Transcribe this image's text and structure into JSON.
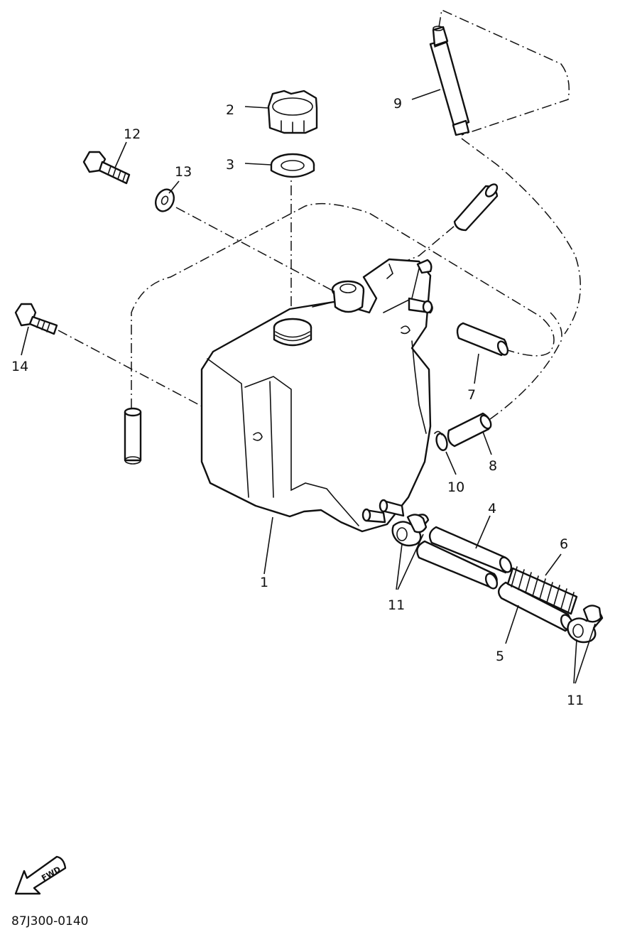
{
  "callouts": {
    "c1": "1",
    "c2": "2",
    "c3": "3",
    "c4": "4",
    "c5": "5",
    "c6": "6",
    "c7": "7",
    "c8": "8",
    "c9": "9",
    "c10": "10",
    "c11a": "11",
    "c11b": "11",
    "c12": "12",
    "c13": "13",
    "c14": "14"
  },
  "fwd_label": "FWD",
  "diagram_code": "87J300-0140"
}
